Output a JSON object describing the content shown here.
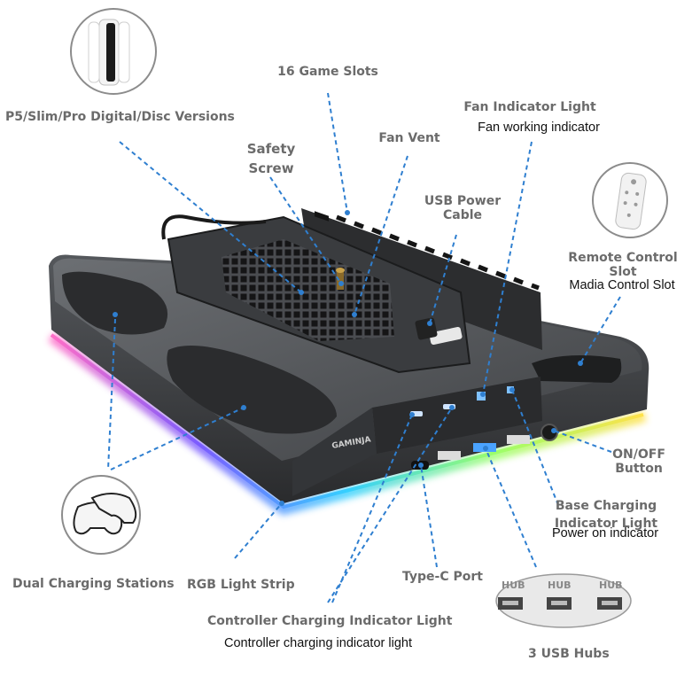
{
  "labels": {
    "game_slots": "16 Game Slots",
    "versions": "P5/Slim/Pro Digital/Disc Versions",
    "fan_indicator": "Fan Indicator Light",
    "fan_indicator_desc": "Fan working indicator",
    "fan_vent": "Fan Vent",
    "safety_screw_1": "Safety",
    "safety_screw_2": "Screw",
    "usb_power_1": "USB Power",
    "usb_power_2": "Cable",
    "remote_slot_1": "Remote Control",
    "remote_slot_2": "Slot",
    "remote_slot_desc": "Madia Control Slot",
    "on_off_1": "ON/OFF",
    "on_off_2": "Button",
    "base_charging_1": "Base Charging",
    "base_charging_2": "Indicator Light",
    "base_charging_desc": "Power on indicator",
    "dual_charging": "Dual Charging Stations",
    "rgb_strip": "RGB Light Strip",
    "type_c": "Type-C Port",
    "controller_indicator": "Controller Charging Indicator Light",
    "controller_indicator_desc": "Controller charging indicator light",
    "usb_hubs": "3 USB Hubs"
  },
  "device": {
    "brand": "GAMINJA",
    "hub_labels": [
      "HUB",
      "HUB",
      "HUB"
    ]
  },
  "colors": {
    "label_gray": "#6b6b6b",
    "leader_blue": "#2f7fd0",
    "body_dark": "#3b3d40",
    "rgb_glow": [
      "#ff6ec7",
      "#7b5cff",
      "#35d0ff",
      "#ffe14a"
    ]
  },
  "icons": [
    "console-thumbnail",
    "remote-thumbnail",
    "controllers-thumbnail",
    "usb-hubs-thumbnail"
  ]
}
